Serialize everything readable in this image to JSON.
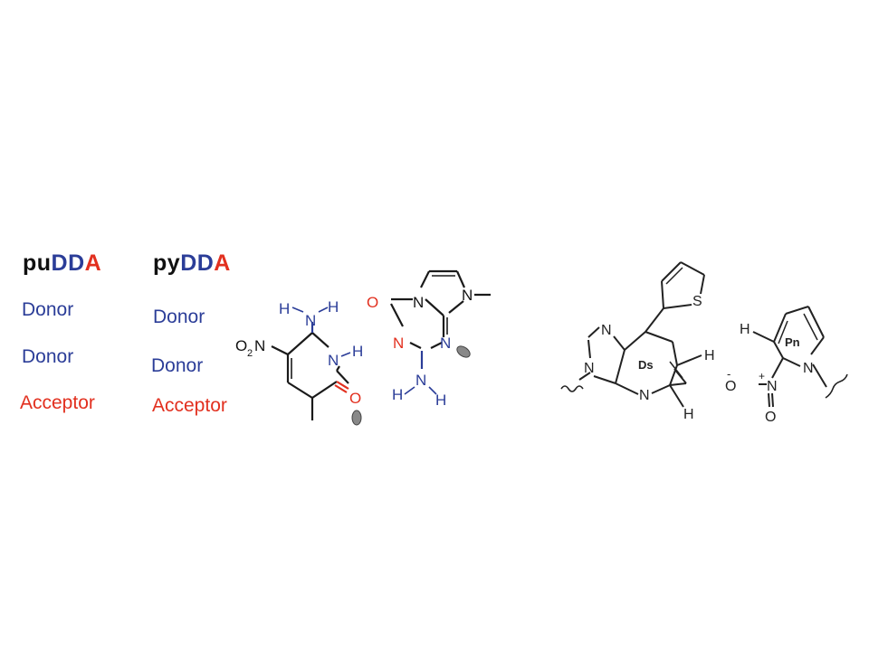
{
  "colors": {
    "donor": "#2b3d98",
    "acceptor": "#e2301f",
    "bond": "#1a1a1a",
    "gray": "#555555"
  },
  "columns": [
    {
      "head_prefix": "pu",
      "head_dd": "DD",
      "head_a": "A",
      "rows": [
        "Donor",
        "Donor",
        "Acceptor"
      ]
    },
    {
      "head_prefix": "py",
      "head_dd": "DD",
      "head_a": "A",
      "rows": [
        "Donor",
        "Donor",
        "Acceptor"
      ]
    }
  ],
  "left_pair": {
    "pyridinone": {
      "nh2_n": "N",
      "nh2_h": "H",
      "o2n": "O",
      "o2n_sub": "2",
      "o2n_n": "N",
      "ring_n": "N",
      "ring_h": "H",
      "carbonyl_o": "O"
    },
    "imidazotriazine": {
      "carbonyl_o": "O",
      "ring_n_top": "N",
      "ring_n_left": "N",
      "ring_n_right": "N",
      "imid_n": "N",
      "nh2_n": "N",
      "nh2_h1": "H",
      "nh2_h2": "H"
    }
  },
  "right_pair": {
    "ds": {
      "label": "Ds",
      "n_top": "N",
      "n_left": "N",
      "n_bottom": "N",
      "h_right": "H",
      "h_bottom": "H",
      "thiophene_s": "S"
    },
    "pn": {
      "label": "Pn",
      "h_left": "H",
      "n_ring": "N",
      "nitro_o_minus": "O",
      "nitro_minus": "-",
      "nitro_n": "N",
      "nitro_plus": "+",
      "nitro_o": "O"
    }
  }
}
